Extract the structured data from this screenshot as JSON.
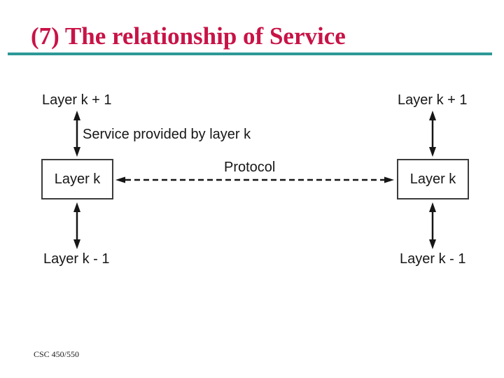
{
  "slide": {
    "title": "(7) The relationship of Service",
    "footer": "CSC 450/550"
  },
  "colors": {
    "title-color": "#C81346",
    "rule-color": "#2D9997",
    "diagram-color": "#161616"
  },
  "diagram": {
    "left_stack": {
      "top_label": "Layer k + 1",
      "box_label": "Layer k",
      "bottom_label": "Layer k - 1"
    },
    "right_stack": {
      "top_label": "Layer k + 1",
      "box_label": "Layer k",
      "bottom_label": "Layer k - 1"
    },
    "service_label": "Service provided by layer k",
    "protocol_label": "Protocol"
  }
}
